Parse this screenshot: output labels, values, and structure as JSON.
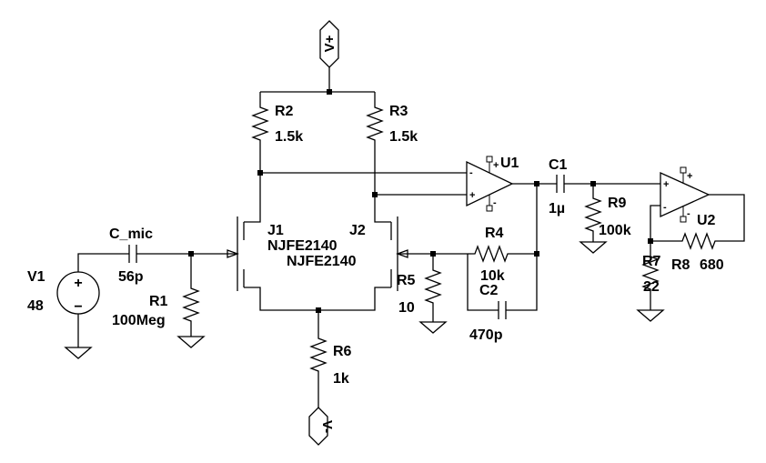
{
  "supply": {
    "positive": "V+",
    "negative": "V-"
  },
  "components": {
    "R1": {
      "ref": "R1",
      "value": "100Meg"
    },
    "R2": {
      "ref": "R2",
      "value": "1.5k"
    },
    "R3": {
      "ref": "R3",
      "value": "1.5k"
    },
    "R4": {
      "ref": "R4",
      "value": "10k"
    },
    "R5": {
      "ref": "R5",
      "value": "10"
    },
    "R6": {
      "ref": "R6",
      "value": "1k"
    },
    "R7": {
      "ref": "R7",
      "value": "22"
    },
    "R8": {
      "ref": "R8",
      "value": "680"
    },
    "R9": {
      "ref": "R9",
      "value": "100k"
    },
    "C_mic": {
      "ref": "C_mic",
      "value": "56p"
    },
    "C1": {
      "ref": "C1",
      "value": "1µ"
    },
    "C2": {
      "ref": "C2",
      "value": "470p"
    },
    "V1": {
      "ref": "V1",
      "value": "48"
    },
    "J1": {
      "ref": "J1",
      "value": "NJFE2140"
    },
    "J2": {
      "ref": "J2",
      "value": "NJFE2140"
    },
    "U1": {
      "ref": "U1"
    },
    "U2": {
      "ref": "U2"
    }
  },
  "symbols": {
    "plus": "+",
    "minus": "−",
    "opamp_plus": "+",
    "opamp_minus": "-"
  }
}
